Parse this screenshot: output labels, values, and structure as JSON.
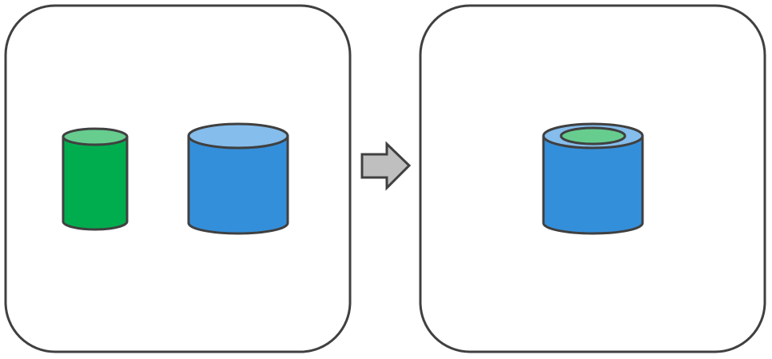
{
  "diagram": {
    "panels": [
      {
        "id": "before",
        "items": [
          {
            "name": "green-cylinder",
            "color": "green"
          },
          {
            "name": "blue-cylinder",
            "color": "blue"
          }
        ]
      },
      {
        "id": "after",
        "items": [
          {
            "name": "blue-cylinder-with-green-inside",
            "color": "blue",
            "contains": "green"
          }
        ]
      }
    ],
    "connector": "arrow-right-icon"
  },
  "colors": {
    "background": "#ffffff",
    "panel_border": "#404040",
    "green_body": "#00ad4e",
    "green_top": "#66cd8f",
    "blue_body": "#348fdb",
    "blue_top": "#85bdec",
    "arrow_fill": "#bfbfbf",
    "arrow_stroke": "#404040",
    "outline": "#404040"
  }
}
